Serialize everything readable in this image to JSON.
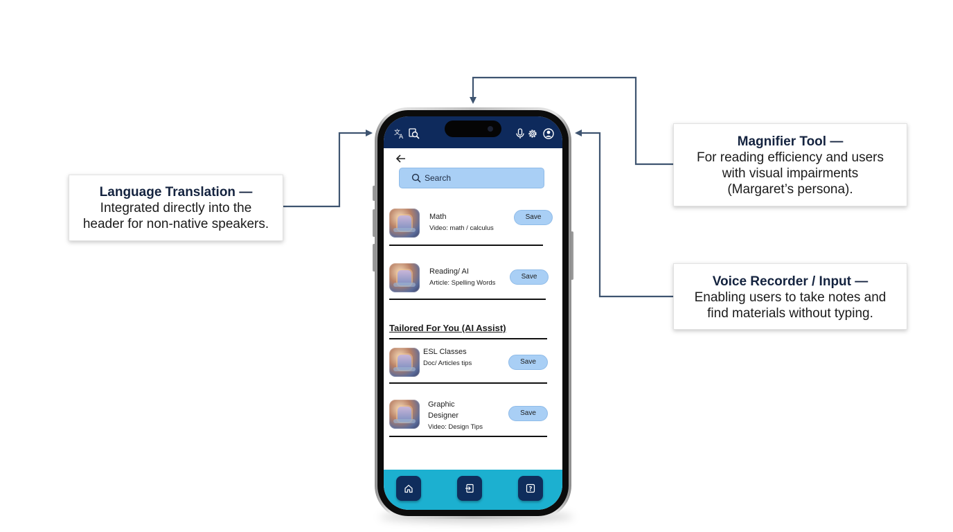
{
  "callouts": {
    "language": {
      "title": "Language Translation —",
      "line1": "Integrated directly into the",
      "line2": "header for non-native speakers."
    },
    "magnifier": {
      "title": "Magnifier Tool —",
      "line1": "For reading efficiency and users",
      "line2": "with visual impairments",
      "line3": "(Margaret’s persona)."
    },
    "voice": {
      "title": "Voice Recorder / Input —",
      "line1": "Enabling users to take notes and",
      "line2": "find materials without typing."
    }
  },
  "phone": {
    "header_icons": [
      "translate-icon",
      "magnifier-icon",
      "microphone-icon",
      "gear-icon",
      "account-icon"
    ],
    "search_placeholder": "Search",
    "items": [
      {
        "title": "Math",
        "subtitle": "Video: math / calculus",
        "save_label": "Save"
      },
      {
        "title": "Reading/ AI",
        "subtitle": "Article: Spelling Words",
        "save_label": "Save"
      }
    ],
    "section_title": "Tailored For You (AI Assist)",
    "tailored_items": [
      {
        "title": "ESL Classes",
        "subtitle": "Doc/ Articles tips",
        "save_label": "Save"
      },
      {
        "title_line1": "Graphic",
        "title_line2": "Designer",
        "subtitle": "Video: Design Tips",
        "save_label": "Save"
      }
    ],
    "nav_icons": [
      "home-icon",
      "login-icon",
      "help-icon"
    ]
  },
  "colors": {
    "header": "#0e2a5c",
    "navbar": "#1cb0d0",
    "nav_button": "#0f2d5c",
    "accent_button": "#a9cff5",
    "connector": "#3e5470"
  }
}
